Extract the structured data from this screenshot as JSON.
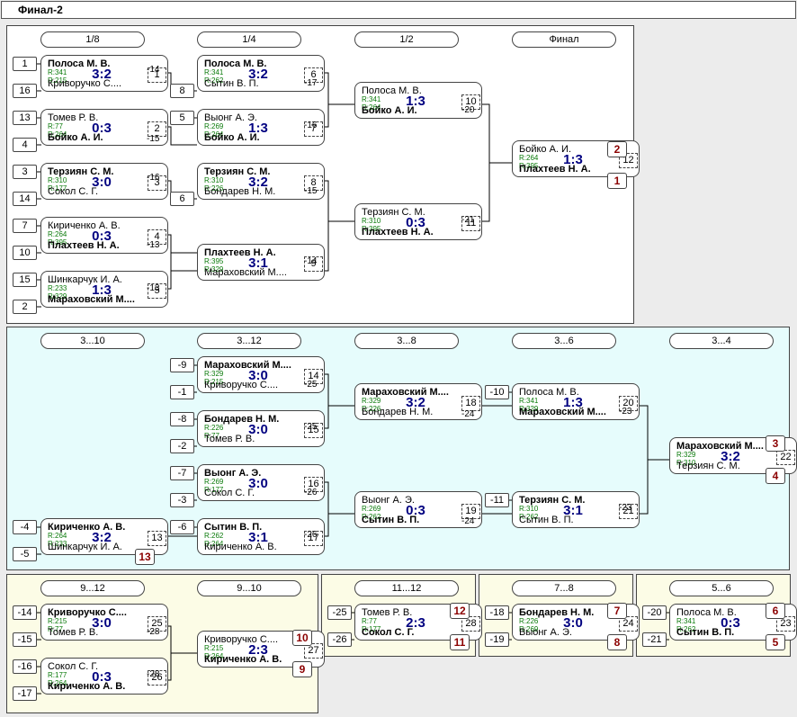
{
  "window": {
    "title": "Финал-2"
  },
  "rounds": {
    "r18": "1/8",
    "r14": "1/4",
    "r12": "1/2",
    "fin": "Финал",
    "c310": "3...10",
    "c312": "3...12",
    "c38": "3...8",
    "c36": "3...6",
    "c34": "3...4",
    "c912a": "9...12",
    "c910": "9...10",
    "c1112": "11...12",
    "c78": "7...8",
    "c56": "5...6"
  },
  "matches": {
    "m1": {
      "n": "1",
      "p1": "Полоса М. В.",
      "p2": "Криворучко С....",
      "r1": "R:341",
      "r2": "R:215",
      "score": "3:2",
      "win": 1
    },
    "m2": {
      "n": "2",
      "p1": "Томев Р. В.",
      "p2": "Бойко А. И.",
      "r1": "R:77",
      "r2": "R:264",
      "score": "0:3",
      "win": 2
    },
    "m3": {
      "n": "3",
      "p1": "Терзиян С. М.",
      "p2": "Сокол С. Г.",
      "r1": "R:310",
      "r2": "R:177",
      "score": "3:0",
      "win": 1
    },
    "m4": {
      "n": "4",
      "p1": "Кириченко А. В.",
      "p2": "Плахтеев Н. А.",
      "r1": "R:264",
      "r2": "R:395",
      "score": "0:3",
      "win": 2
    },
    "m5": {
      "n": "5",
      "p1": "Шинкарчук И. А.",
      "p2": "Мараховский М....",
      "r1": "R:233",
      "r2": "R:329",
      "score": "1:3",
      "win": 2
    },
    "m6": {
      "n": "6",
      "p1": "Полоса М. В.",
      "p2": "Сытин В. П.",
      "r1": "R:341",
      "r2": "R:262",
      "score": "3:2",
      "win": 1
    },
    "m7": {
      "n": "7",
      "p1": "Выонг А. Э.",
      "p2": "Бойко А. И.",
      "r1": "R:269",
      "r2": "R:264",
      "score": "1:3",
      "win": 2
    },
    "m8": {
      "n": "8",
      "p1": "Терзиян С. М.",
      "p2": "Бондарев Н. М.",
      "r1": "R:310",
      "r2": "R:226",
      "score": "3:2",
      "win": 1
    },
    "m9": {
      "n": "9",
      "p1": "Плахтеев Н. А.",
      "p2": "Мараховский М....",
      "r1": "R:395",
      "r2": "R:329",
      "score": "3:1",
      "win": 1
    },
    "m10": {
      "n": "10",
      "p1": "Полоса М. В.",
      "p2": "Бойко А. И.",
      "r1": "R:341",
      "r2": "R:264",
      "score": "1:3",
      "win": 2
    },
    "m11": {
      "n": "11",
      "p1": "Терзиян С. М.",
      "p2": "Плахтеев Н. А.",
      "r1": "R:310",
      "r2": "R:395",
      "score": "0:3",
      "win": 2
    },
    "m12": {
      "n": "12",
      "p1": "Бойко А. И.",
      "p2": "Плахтеев Н. А.",
      "r1": "R:264",
      "r2": "R:395",
      "score": "1:3",
      "win": 2
    },
    "m13": {
      "n": "13",
      "p1": "Кириченко А. В.",
      "p2": "Шинкарчук И. А.",
      "r1": "R:264",
      "r2": "R:233",
      "score": "3:2",
      "win": 1
    },
    "m14": {
      "n": "14",
      "p1": "Мараховский М....",
      "p2": "Криворучко С....",
      "r1": "R:329",
      "r2": "R:215",
      "score": "3:0",
      "win": 1
    },
    "m15": {
      "n": "15",
      "p1": "Бондарев Н. М.",
      "p2": "Томев Р. В.",
      "r1": "R:226",
      "r2": "R:77",
      "score": "3:0",
      "win": 1
    },
    "m16": {
      "n": "16",
      "p1": "Выонг А. Э.",
      "p2": "Сокол С. Г.",
      "r1": "R:269",
      "r2": "R:177",
      "score": "3:0",
      "win": 1
    },
    "m17": {
      "n": "17",
      "p1": "Сытин В. П.",
      "p2": "Кириченко А. В.",
      "r1": "R:262",
      "r2": "R:264",
      "score": "3:1",
      "win": 1
    },
    "m18": {
      "n": "18",
      "p1": "Мараховский М....",
      "p2": "Бондарев Н. М.",
      "r1": "R:329",
      "r2": "R:226",
      "score": "3:2",
      "win": 1
    },
    "m19": {
      "n": "19",
      "p1": "Выонг А. Э.",
      "p2": "Сытин В. П.",
      "r1": "R:269",
      "r2": "R:262",
      "score": "0:3",
      "win": 2
    },
    "m20": {
      "n": "20",
      "p1": "Полоса М. В.",
      "p2": "Мараховский М....",
      "r1": "R:341",
      "r2": "R:329",
      "score": "1:3",
      "win": 2
    },
    "m21": {
      "n": "21",
      "p1": "Терзиян С. М.",
      "p2": "Сытин В. П.",
      "r1": "R:310",
      "r2": "R:262",
      "score": "3:1",
      "win": 1
    },
    "m22": {
      "n": "22",
      "p1": "Мараховский М....",
      "p2": "Терзиян С. М.",
      "r1": "R:329",
      "r2": "R:310",
      "score": "3:2",
      "win": 1
    },
    "m25": {
      "n": "25",
      "p1": "Криворучко С....",
      "p2": "Томев Р. В.",
      "r1": "R:215",
      "r2": "R:77",
      "score": "3:0",
      "win": 1
    },
    "m26": {
      "n": "26",
      "p1": "Сокол С. Г.",
      "p2": "Кириченко А. В.",
      "r1": "R:177",
      "r2": "R:264",
      "score": "0:3",
      "win": 2
    },
    "m27": {
      "n": "27",
      "p1": "Криворучко С....",
      "p2": "Кириченко А. В.",
      "r1": "R:215",
      "r2": "R:264",
      "score": "2:3",
      "win": 2
    },
    "m28": {
      "n": "28",
      "p1": "Томев Р. В.",
      "p2": "Сокол С. Г.",
      "r1": "R:77",
      "r2": "R:177",
      "score": "2:3",
      "win": 2
    },
    "m24": {
      "n": "24",
      "p1": "Бондарев Н. М.",
      "p2": "Выонг А. Э.",
      "r1": "R:226",
      "r2": "R:269",
      "score": "3:0",
      "win": 1
    },
    "m23": {
      "n": "23",
      "p1": "Полоса М. В.",
      "p2": "Сытин В. П.",
      "r1": "R:341",
      "r2": "R:262",
      "score": "0:3",
      "win": 2
    }
  },
  "seeds": {
    "s1": "1",
    "s16": "16",
    "s13": "13",
    "s4": "4",
    "s3": "3",
    "s14": "14",
    "s7": "7",
    "s10": "10",
    "s15": "15",
    "s2": "2",
    "s8": "8",
    "s5": "5",
    "s6": "6",
    "l9": "-9",
    "l1": "-1",
    "l8": "-8",
    "l2": "-2",
    "l7": "-7",
    "l3": "-3",
    "l6": "-6",
    "l4": "-4",
    "l5": "-5",
    "l10": "-10",
    "l11": "-11",
    "l14": "-14",
    "l15": "-15",
    "l16": "-16",
    "l17": "-17",
    "l25": "-25",
    "l26": "-26",
    "l18": "-18",
    "l19": "-19",
    "l20": "-20",
    "l21": "-21"
  },
  "flows": {
    "f14": "-14",
    "f15": "-15",
    "f16": "-16",
    "f13": "-13",
    "f17": "-17",
    "f20": "-20",
    "f21": "-21",
    "f25": "-25",
    "f26": "-26",
    "f24": "-24",
    "f23": "-23",
    "f28": "-28"
  },
  "places": {
    "p1": "1",
    "p2": "2",
    "p3": "3",
    "p4": "4",
    "p5": "5",
    "p6": "6",
    "p7": "7",
    "p8": "8",
    "p9": "9",
    "p10": "10",
    "p11": "11",
    "p12": "12",
    "p13": "13"
  },
  "colors": {
    "panel_white": "#ffffff",
    "panel_cyan": "#e6fcfc",
    "panel_yellow": "#fcfce6",
    "score": "#000080",
    "rating": "#0a7a0a",
    "place": "#8b0000"
  }
}
